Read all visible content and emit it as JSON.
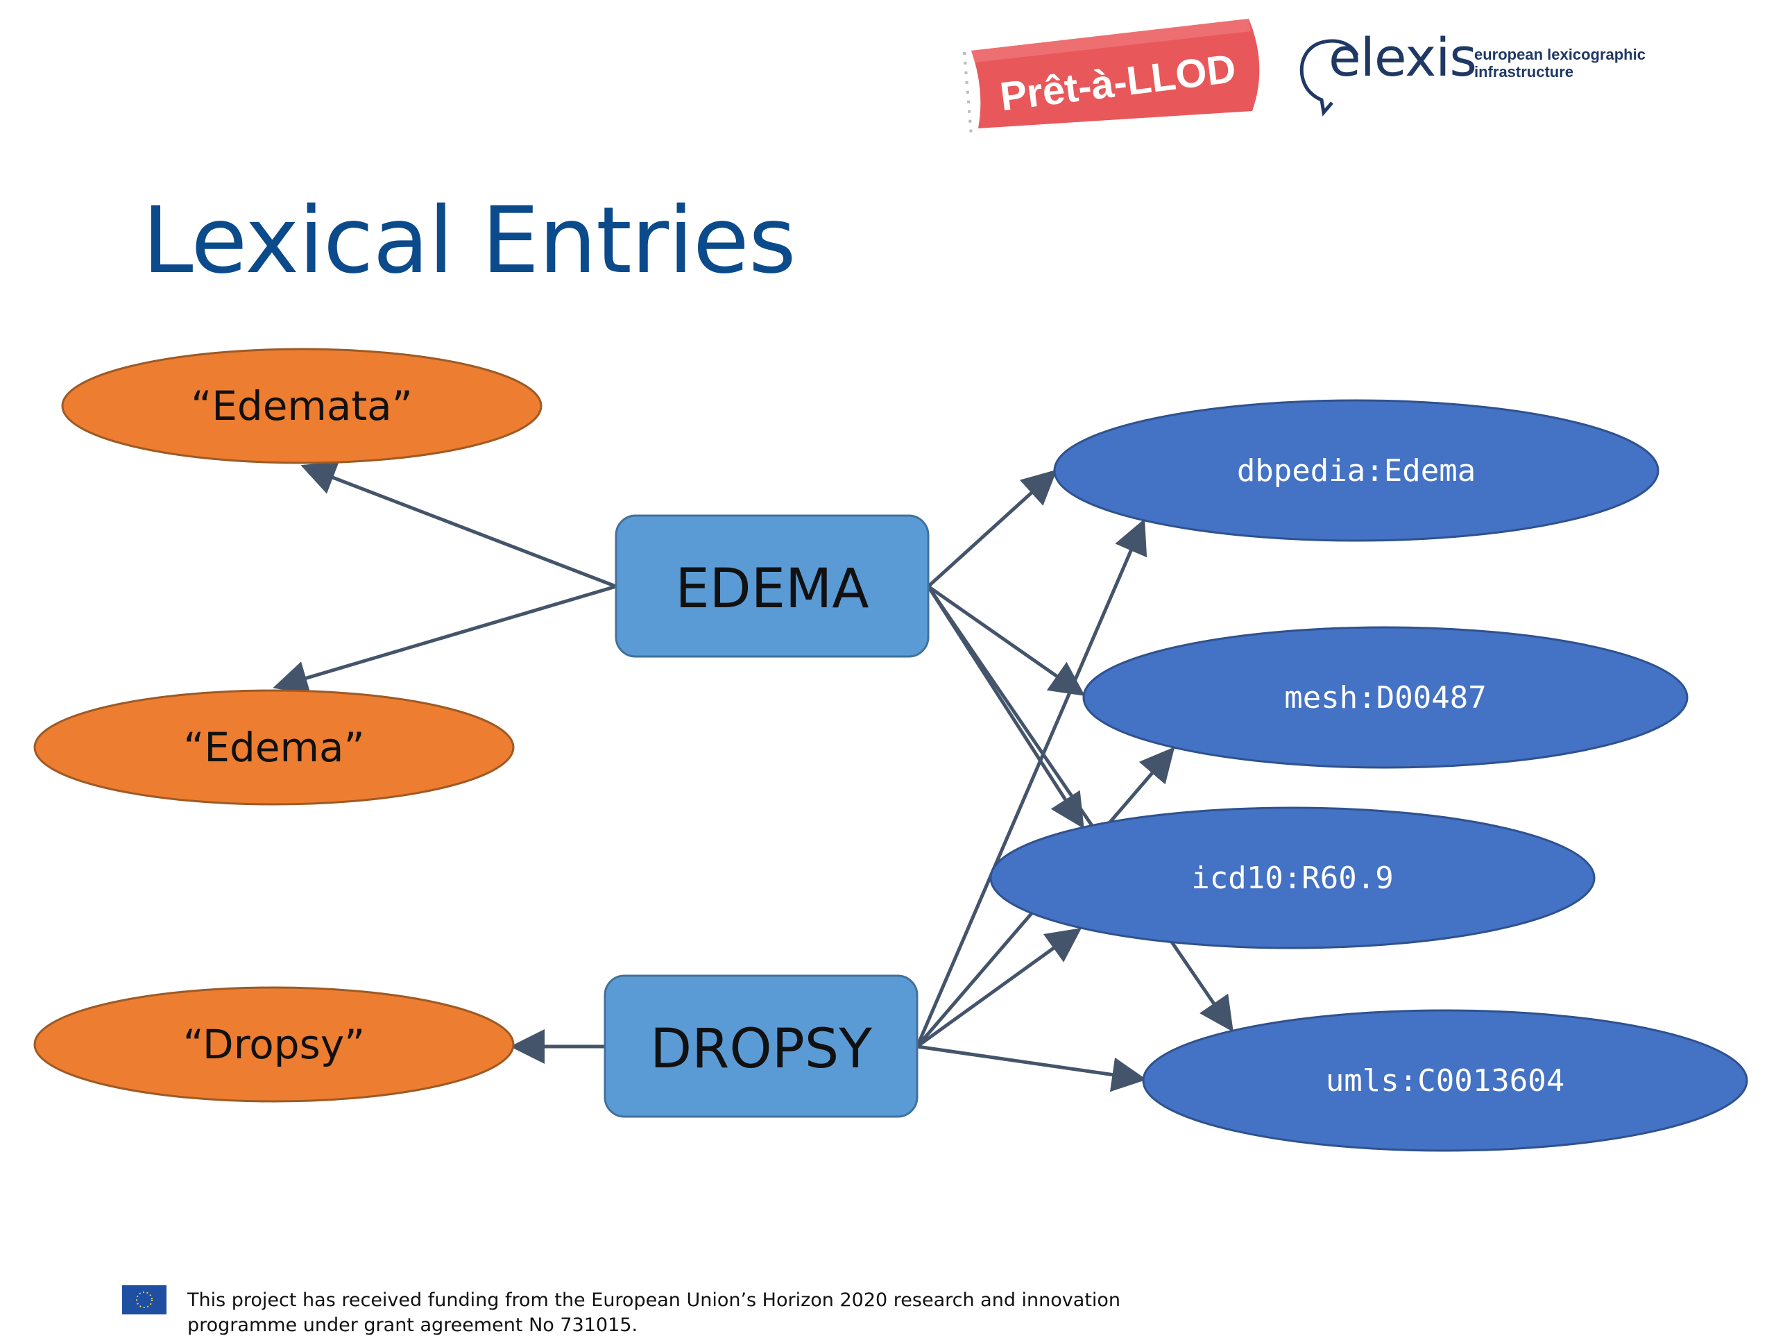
{
  "header": {
    "logo_pret": "Prêt-à-LLOD",
    "logo_elexis": "elexis",
    "logo_elexis_tagline": "european lexicographic\ninfrastructure"
  },
  "page_title": "Lexical Entries",
  "diagram": {
    "forms": [
      {
        "id": "edemata",
        "label": "“Edemata”"
      },
      {
        "id": "edema",
        "label": "“Edema”"
      },
      {
        "id": "dropsy",
        "label": "“Dropsy”"
      }
    ],
    "entries": [
      {
        "id": "EDEMA",
        "label": "EDEMA"
      },
      {
        "id": "DROPSY",
        "label": "DROPSY"
      }
    ],
    "concepts": [
      {
        "id": "dbpedia",
        "label": "dbpedia:Edema"
      },
      {
        "id": "mesh",
        "label": "mesh:D00487"
      },
      {
        "id": "icd10",
        "label": "icd10:R60.9"
      },
      {
        "id": "umls",
        "label": "umls:C0013604"
      }
    ],
    "edges": [
      {
        "from": "EDEMA",
        "to": "edemata"
      },
      {
        "from": "EDEMA",
        "to": "edema"
      },
      {
        "from": "DROPSY",
        "to": "dropsy"
      },
      {
        "from": "EDEMA",
        "to": "dbpedia"
      },
      {
        "from": "EDEMA",
        "to": "mesh"
      },
      {
        "from": "EDEMA",
        "to": "icd10"
      },
      {
        "from": "EDEMA",
        "to": "umls"
      },
      {
        "from": "DROPSY",
        "to": "dbpedia"
      },
      {
        "from": "DROPSY",
        "to": "mesh"
      },
      {
        "from": "DROPSY",
        "to": "icd10"
      },
      {
        "from": "DROPSY",
        "to": "umls"
      }
    ],
    "colors": {
      "form_fill": "#ed7d31",
      "entry_fill": "#5b9bd5",
      "concept_fill": "#4472c4",
      "edge": "#44546a"
    }
  },
  "footer": {
    "funding_text": "This project has received funding from the European Union’s Horizon 2020 research and innovation\nprogramme under grant agreement No 731015."
  }
}
